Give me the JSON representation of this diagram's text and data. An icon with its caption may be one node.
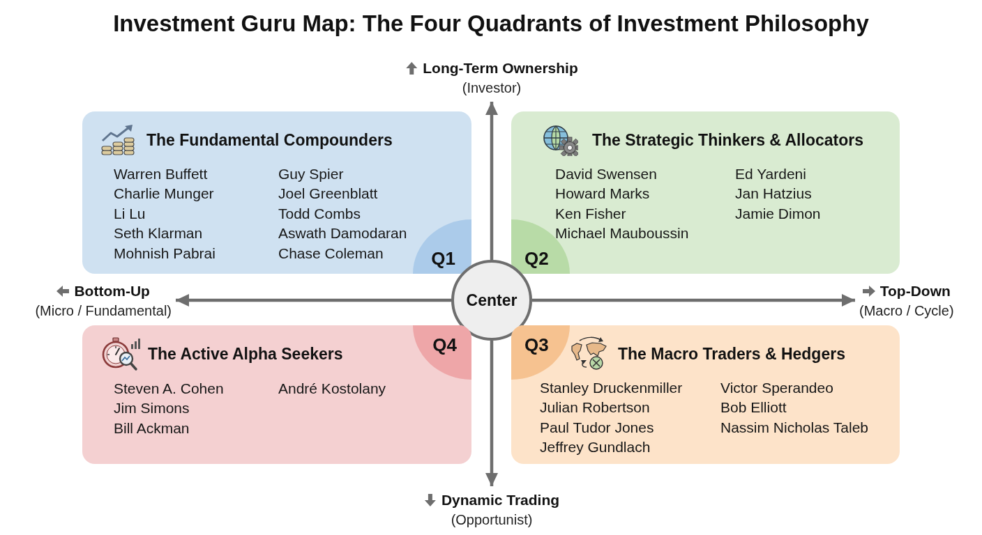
{
  "diagram": {
    "title": "Investment Guru Map: The Four Quadrants of Investment Philosophy",
    "nodes": [
      {
        "text": [
          "Long-Term Ownership",
          "(Investor)"
        ]
      },
      {
        "text": [
          "The Fundamental Compounders",
          "Warren Buffett",
          "Charlie Munger",
          "Li Lu",
          "Seth Klarman",
          "Mohnish Pabrai",
          "Guy Spier",
          "Joel Greenblatt",
          "Todd Combs",
          "Aswath Damodaran",
          "Chase Coleman"
        ]
      },
      {
        "text": [
          "Q1"
        ],
        "in": 1
      },
      {
        "text": [
          "The Strategic Thinkers & Allocators",
          "David Swensen",
          "Howard Marks",
          "Ken Fisher",
          "Michael Mauboussin",
          "Ed Yardeni",
          "Jan Hatzius",
          "Jamie Dimon"
        ]
      },
      {
        "text": [
          "Q2"
        ],
        "in": 3
      },
      {
        "text": [
          "Bottom-Up",
          "(Micro / Fundamental)"
        ]
      },
      {
        "text": [
          "Center"
        ]
      },
      {
        "text": [
          "Top-Down",
          "(Macro / Cycle)"
        ]
      },
      {
        "text": [
          "The Active Alpha Seekers",
          "Steven A. Cohen",
          "Jim Simons",
          "Bill Ackman",
          "André Kostolany"
        ]
      },
      {
        "text": [
          "Q4"
        ],
        "in": 8
      },
      {
        "text": [
          "The Macro Traders & Hedgers",
          "Stanley Druckenmiller",
          "Julian Robertson",
          "Paul Tudor Jones",
          "Jeffrey Gundlach",
          "Victor Sperandeo",
          "Bob Elliott",
          "Nassim Nicholas Taleb"
        ]
      },
      {
        "text": [
          "Q3"
        ],
        "in": 10
      },
      {
        "text": [
          "Dynamic Trading",
          "(Opportunist)"
        ]
      }
    ],
    "edges": [
      {
        "from": 6,
        "to": 0,
        "arrow": "to"
      },
      {
        "from": 6,
        "to": 5,
        "arrow": "to"
      },
      {
        "from": 6,
        "to": 7,
        "arrow": "to"
      },
      {
        "from": 6,
        "to": 12,
        "arrow": "to"
      }
    ]
  }
}
